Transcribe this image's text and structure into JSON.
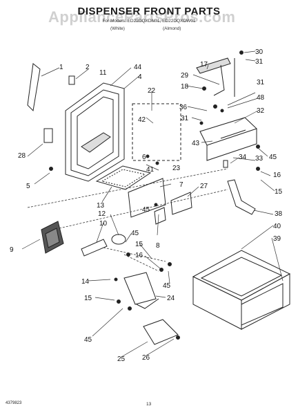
{
  "header": {
    "title": "DISPENSER FRONT PARTS",
    "watermark": "AppliancePartsPros.com",
    "subtitle": "For Models: ED22DQXDN01, ED22DQXDW01",
    "variant_white": "(White)",
    "variant_almond": "(Almond)"
  },
  "footer": {
    "part_number": "4379823",
    "page_number": "13"
  },
  "callouts": [
    "1",
    "2",
    "11",
    "44",
    "4",
    "30",
    "17",
    "31",
    "29",
    "18",
    "36",
    "31",
    "48",
    "32",
    "22",
    "42",
    "31",
    "43",
    "45",
    "6",
    "33",
    "34",
    "41",
    "23",
    "28",
    "5",
    "7",
    "27",
    "16",
    "15",
    "13",
    "45",
    "38",
    "40",
    "12",
    "10",
    "45",
    "9",
    "39",
    "15",
    "16",
    "8",
    "14",
    "45",
    "15",
    "24",
    "45",
    "25",
    "26"
  ]
}
